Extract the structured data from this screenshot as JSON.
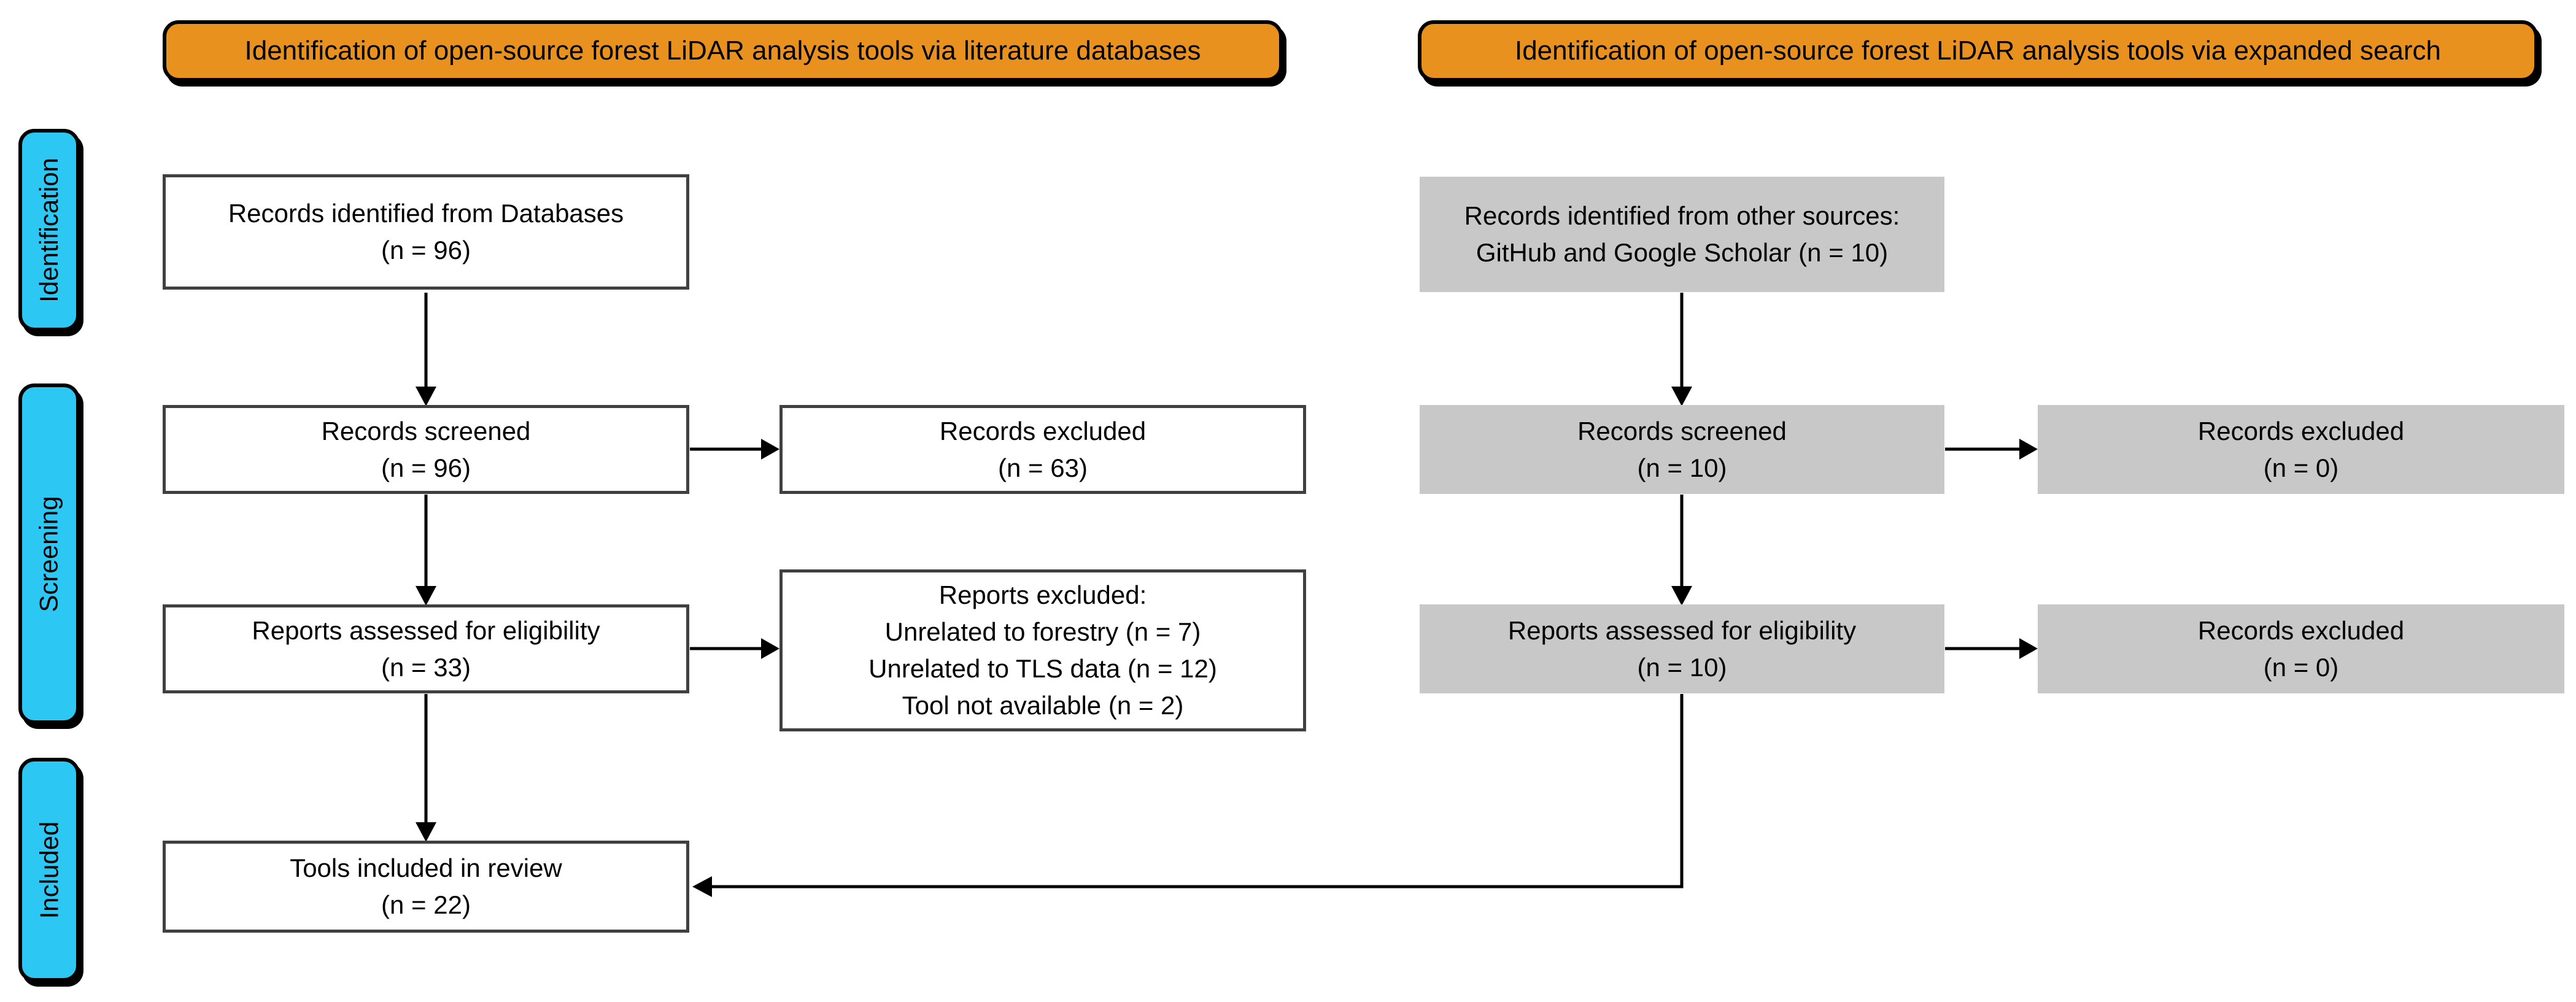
{
  "headers": {
    "left": "Identification of open-source forest LiDAR analysis tools via literature databases",
    "right": "Identification of open-source forest LiDAR analysis tools via expanded search"
  },
  "stages": {
    "identification": "Identification",
    "screening": "Screening",
    "included": "Included"
  },
  "left_flow": {
    "identified": {
      "l1": "Records identified from Databases",
      "l2": "(n = 96)"
    },
    "screened": {
      "l1": "Records screened",
      "l2": "(n = 96)"
    },
    "records_excluded": {
      "l1": "Records excluded",
      "l2": "(n = 63)"
    },
    "assessed": {
      "l1": "Reports assessed for eligibility",
      "l2": "(n = 33)"
    },
    "reports_excluded": {
      "l1": "Reports excluded:",
      "l2": "Unrelated to forestry (n = 7)",
      "l3": "Unrelated to TLS data (n = 12)",
      "l4": "Tool not available (n = 2)"
    },
    "included": {
      "l1": "Tools included in review",
      "l2": "(n = 22)"
    }
  },
  "right_flow": {
    "identified": {
      "l1": "Records identified from other sources:",
      "l2": "GitHub and Google Scholar (n = 10)"
    },
    "screened": {
      "l1": "Records screened",
      "l2": "(n = 10)"
    },
    "records_excluded": {
      "l1": "Records excluded",
      "l2": "(n = 0)"
    },
    "assessed": {
      "l1": "Reports assessed for eligibility",
      "l2": "(n = 10)"
    },
    "reports_excluded": {
      "l1": "Records excluded",
      "l2": "(n = 0)"
    }
  },
  "colors": {
    "header_fill": "#e8911e",
    "stage_fill": "#2cc7f2",
    "gray_box_fill": "#c8c8c8",
    "white_box_border": "#404040",
    "arrow": "#000000"
  }
}
